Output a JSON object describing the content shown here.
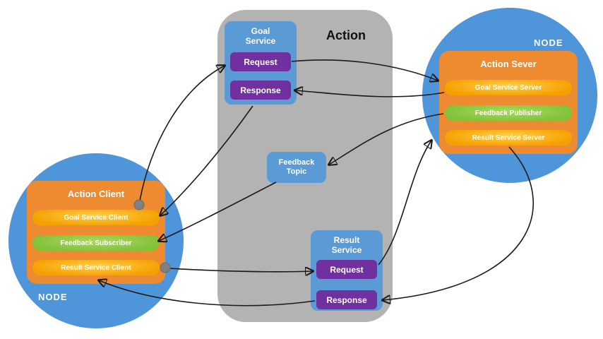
{
  "colors": {
    "node_circle_blue": "#4e95d9",
    "service_box_blue": "#5b9bd5",
    "request_purple": "#7030a0",
    "action_box_orange": "#ee8a2f",
    "service_pill_yellow": "#f5a000",
    "pub_sub_pill_green": "#8cc43e",
    "action_panel_gray": "#b3b3b3",
    "arrow_black": "#1a1a1a",
    "junction_dot_gray": "#808080"
  },
  "action_panel": {
    "title": "Action"
  },
  "goal_service": {
    "title": "Goal Service",
    "request_label": "Request",
    "response_label": "Response"
  },
  "feedback_topic": {
    "title": "Feedback Topic"
  },
  "result_service": {
    "title": "Result Service",
    "request_label": "Request",
    "response_label": "Response"
  },
  "server_node": {
    "label": "NODE",
    "box_title": "Action Sever",
    "pills": [
      {
        "label": "Goal Service Server"
      },
      {
        "label": "Feedback Publisher"
      },
      {
        "label": "Result Service Server"
      }
    ]
  },
  "client_node": {
    "label": "NODE",
    "box_title": "Action Client",
    "pills": [
      {
        "label": "Goal Service Client"
      },
      {
        "label": "Feedback Subscriber"
      },
      {
        "label": "Result Service Client"
      }
    ]
  }
}
